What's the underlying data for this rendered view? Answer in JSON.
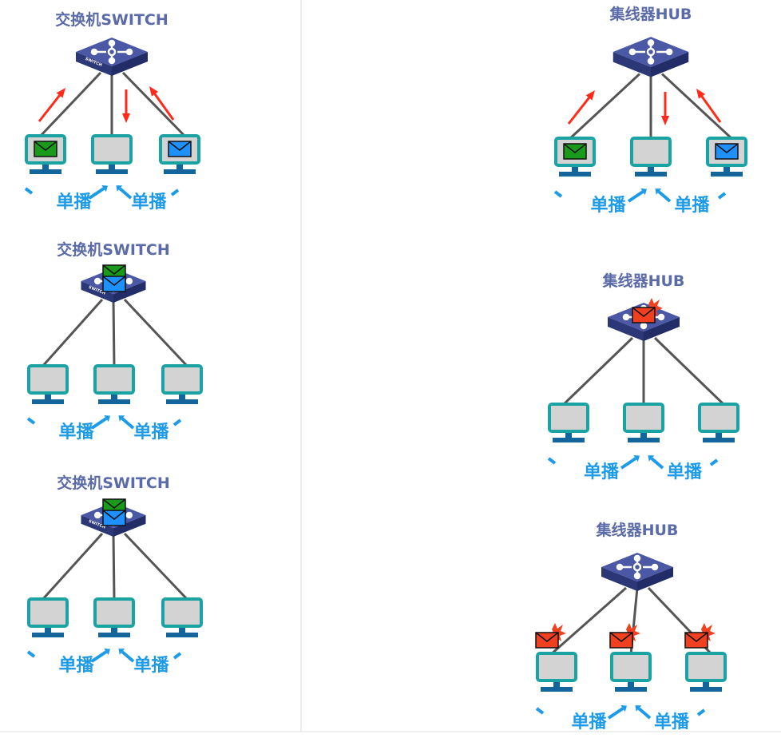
{
  "panels": [
    {
      "id": "switch-1",
      "title": "交换机SWITCH",
      "device": "switch",
      "device_label": "SWITCH",
      "pc_mail": [
        "green",
        null,
        "blue"
      ],
      "device_mail": [],
      "arrows": true,
      "labels": [
        "单播",
        "单播"
      ]
    },
    {
      "id": "switch-2",
      "title": "交换机SWITCH",
      "device": "switch",
      "device_label": "SWITCH",
      "pc_mail": [
        null,
        null,
        null
      ],
      "device_mail": [
        "green",
        "blue"
      ],
      "arrows": false,
      "labels": [
        "单播",
        "单播"
      ]
    },
    {
      "id": "switch-3",
      "title": "交换机SWITCH",
      "device": "switch",
      "device_label": "SWITCH",
      "pc_mail": [
        null,
        null,
        null
      ],
      "device_mail": [
        "green",
        "blue"
      ],
      "arrows": false,
      "labels": [
        "单播",
        "单播"
      ]
    },
    {
      "id": "hub-1",
      "title": "集线器HUB",
      "device": "hub",
      "pc_mail": [
        "green",
        null,
        "blue"
      ],
      "device_mail": [],
      "arrows": true,
      "labels": [
        "单播",
        "单播"
      ]
    },
    {
      "id": "hub-2",
      "title": "集线器HUB",
      "device": "hub",
      "pc_mail": [
        null,
        null,
        null
      ],
      "device_mail": [
        "red-burst"
      ],
      "arrows": false,
      "labels": [
        "单播",
        "单播"
      ]
    },
    {
      "id": "hub-3",
      "title": "集线器HUB",
      "device": "hub",
      "pc_mail": [
        "red-burst-above",
        "red-burst-above",
        "red-burst-above"
      ],
      "device_mail": [],
      "arrows": false,
      "labels": [
        "单播",
        "单播"
      ]
    }
  ],
  "colors": {
    "title": "#5b6aa8",
    "label": "#1e9be8",
    "device_top": "#4a58a6",
    "device_side": "#2c3778",
    "pc_border": "#1aa3a3",
    "pc_screen": "#d3d3d3",
    "pc_stand": "#14659c",
    "link": "#555555",
    "arrow": "#ff2a1a",
    "mail_green": "#1a9a1a",
    "mail_blue": "#1e90ff",
    "mail_red": "#f04020"
  }
}
